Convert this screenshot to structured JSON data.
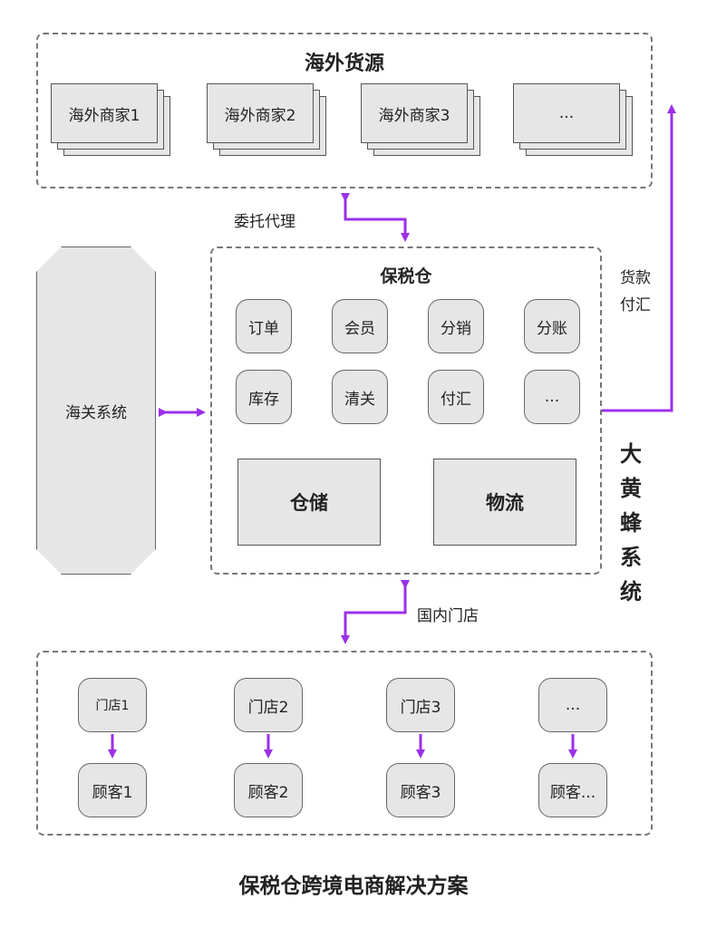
{
  "overseas": {
    "title": "海外货源",
    "merchants": [
      "海外商家1",
      "海外商家2",
      "海外商家3",
      "..."
    ]
  },
  "links": {
    "agency": "委托代理",
    "payment": [
      "货款",
      "付汇"
    ],
    "domestic": "国内门店"
  },
  "customs": {
    "label": "海关系统"
  },
  "bonded": {
    "title": "保税仓",
    "modules": [
      "订单",
      "会员",
      "分销",
      "分账",
      "库存",
      "清关",
      "付汇",
      "..."
    ],
    "warehouse": "仓储",
    "logistics": "物流"
  },
  "system_name": [
    "大",
    "黄",
    "蜂",
    "系",
    "统"
  ],
  "stores": {
    "items": [
      "门店1",
      "门店2",
      "门店3",
      "..."
    ],
    "customers": [
      "顾客1",
      "顾客2",
      "顾客3",
      "顾客..."
    ]
  },
  "caption": "保税仓跨境电商解决方案",
  "colors": {
    "arrow": "#9b30e8",
    "fill": "#e6e6e6",
    "border": "#777777"
  }
}
